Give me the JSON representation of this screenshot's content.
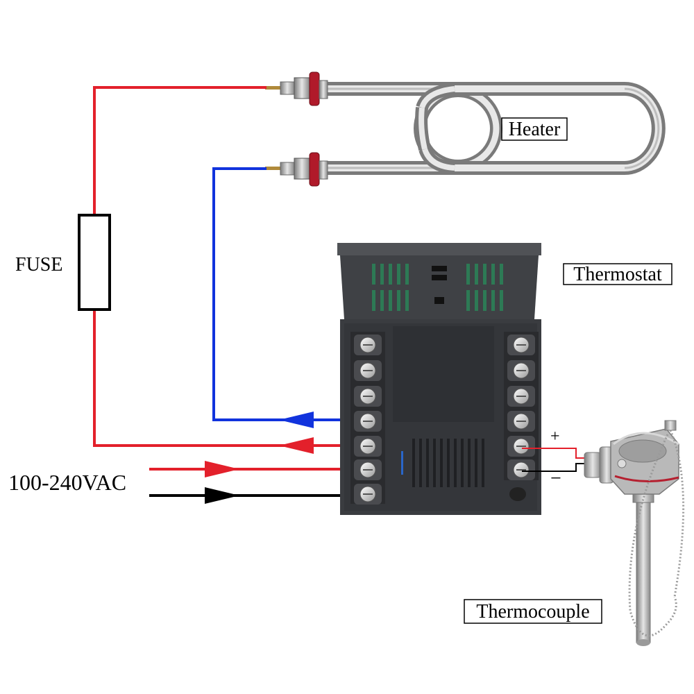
{
  "labels": {
    "heater": "Heater",
    "thermostat": "Thermostat",
    "fuse": "FUSE",
    "power": "100-240VAC",
    "thermocouple": "Thermocouple",
    "plus": "+",
    "minus": "−"
  },
  "colors": {
    "line_wire": "#e3202b",
    "neutral_wire": "#1133dd",
    "ground_wire": "#000000",
    "controller_body": "#3a3c40"
  },
  "icons": {
    "flow_arrow": "arrow-left-icon",
    "input_arrow": "arrow-right-icon"
  }
}
